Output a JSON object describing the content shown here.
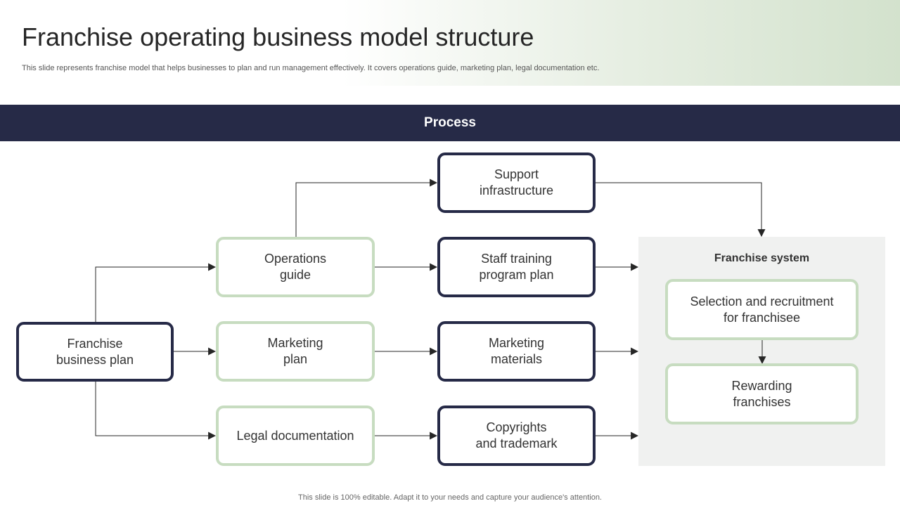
{
  "header": {
    "title": "Franchise operating business model structure",
    "subtitle": "This slide represents franchise model that helps businesses to plan and run management effectively. It covers operations guide, marketing plan, legal documentation etc."
  },
  "process_label": "Process",
  "nodes": {
    "franchise_business_plan": "Franchise\nbusiness plan",
    "operations_guide": "Operations\nguide",
    "marketing_plan": "Marketing\nplan",
    "legal_documentation": "Legal documentation",
    "support_infrastructure": "Support\ninfrastructure",
    "staff_training": "Staff training\nprogram plan",
    "marketing_materials": "Marketing\nmaterials",
    "copyrights": "Copyrights\nand trademark"
  },
  "franchise_system": {
    "title": "Franchise system",
    "selection": "Selection and recruitment\nfor franchisee",
    "rewarding": "Rewarding\nfranchises"
  },
  "colors": {
    "navy": "#262a47",
    "green_border": "#c7dcc0",
    "panel_bg": "#f0f1f0"
  },
  "footer": "This slide is 100% editable. Adapt it to your needs and capture your audience's attention."
}
